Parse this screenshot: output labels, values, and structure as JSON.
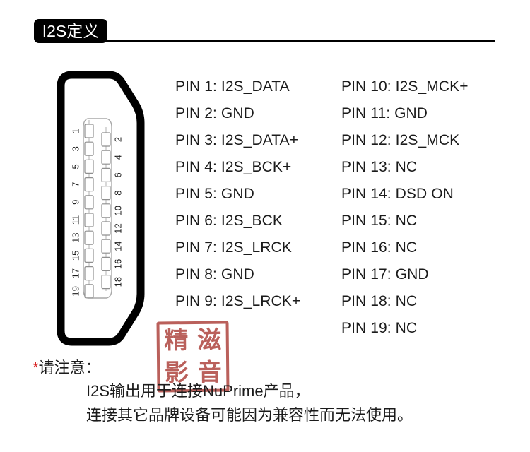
{
  "header": {
    "badge_label": "I2S定义"
  },
  "connector": {
    "name": "hdmi-connector-diagram",
    "odd_pins": [
      "1",
      "3",
      "5",
      "7",
      "9",
      "11",
      "13",
      "15",
      "17",
      "19"
    ],
    "even_pins": [
      "2",
      "4",
      "6",
      "8",
      "10",
      "12",
      "14",
      "16",
      "18"
    ]
  },
  "pins": {
    "left_column": [
      "PIN 1: I2S_DATA",
      "PIN 2: GND",
      "PIN 3: I2S_DATA+",
      "PIN 4: I2S_BCK+",
      "PIN 5: GND",
      "PIN 6: I2S_BCK",
      "PIN 7: I2S_LRCK",
      "PIN 8: GND",
      "PIN 9: I2S_LRCK+"
    ],
    "right_column": [
      "PIN 10: I2S_MCK+",
      "PIN 11: GND",
      "PIN 12: I2S_MCK",
      "PIN 13: NC",
      "PIN 14: DSD ON",
      "PIN 15: NC",
      "PIN 16: NC",
      "PIN 17: GND",
      "PIN 18: NC",
      "PIN 19: NC"
    ]
  },
  "seal": {
    "characters": [
      "精",
      "滋",
      "影",
      "音"
    ],
    "color": "#b14b45"
  },
  "note": {
    "asterisk": "*",
    "heading": "请注意：",
    "lines": [
      "I2S输出用于连接NuPrime产品，",
      "连接其它品牌设备可能因为兼容性而无法使用。"
    ]
  },
  "colors": {
    "text": "#1b1b1b",
    "badge_bg": "#000000",
    "badge_text": "#ffffff",
    "accent_red": "#d81e1e",
    "seal_red": "#b14b45"
  }
}
